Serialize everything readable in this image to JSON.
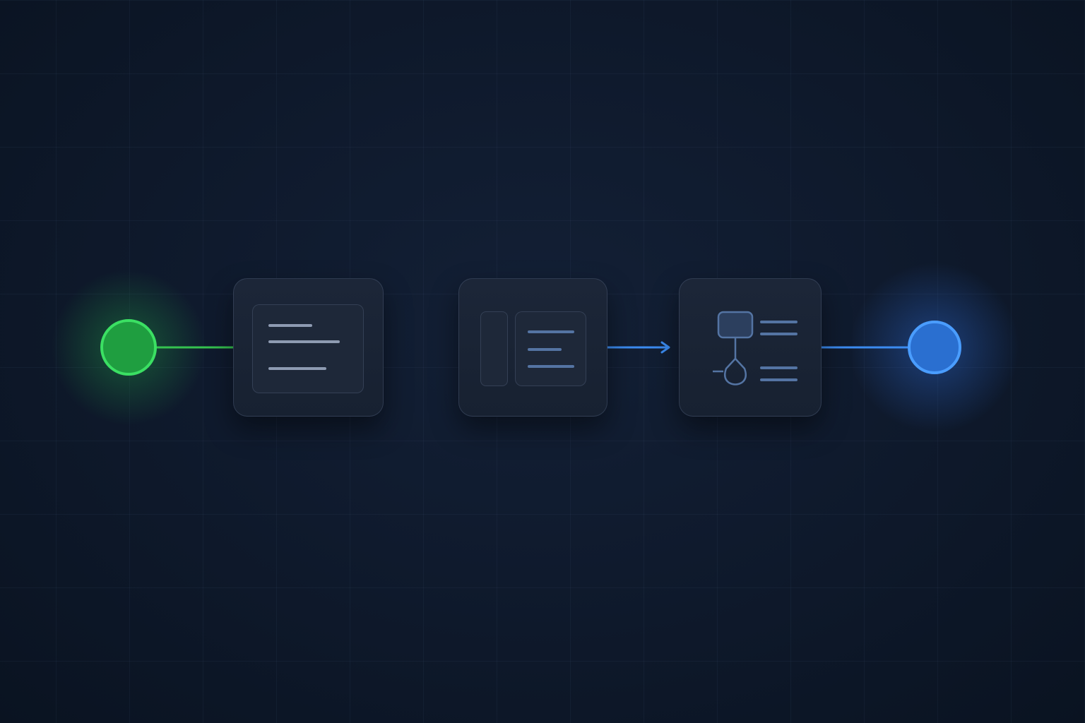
{
  "diagram": {
    "type": "flowchart",
    "colors": {
      "background": "#0f1a2d",
      "start_node": "#22b04b",
      "end_node": "#2f7ce0",
      "connector_green": "#35c24f",
      "connector_blue": "#3b8bf0",
      "card_fill": "#1a2435",
      "line_icon": "#8e9bb2",
      "flow_icon": "#5474a3"
    },
    "nodes": [
      {
        "id": "start",
        "kind": "circle",
        "icon": "start-node"
      },
      {
        "id": "step-1",
        "kind": "card",
        "icon": "text-lines-panel-icon"
      },
      {
        "id": "step-2",
        "kind": "card",
        "icon": "sidebar-layout-icon"
      },
      {
        "id": "step-3",
        "kind": "card",
        "icon": "flowchart-icon"
      },
      {
        "id": "end",
        "kind": "circle",
        "icon": "end-node"
      }
    ],
    "edges": [
      {
        "from": "start",
        "to": "step-1",
        "color": "green"
      },
      {
        "from": "step-1",
        "to": "step-2",
        "color": "green-to-blue"
      },
      {
        "from": "step-2",
        "to": "step-3",
        "color": "blue",
        "arrow": true
      },
      {
        "from": "step-3",
        "to": "end",
        "color": "blue"
      }
    ]
  }
}
